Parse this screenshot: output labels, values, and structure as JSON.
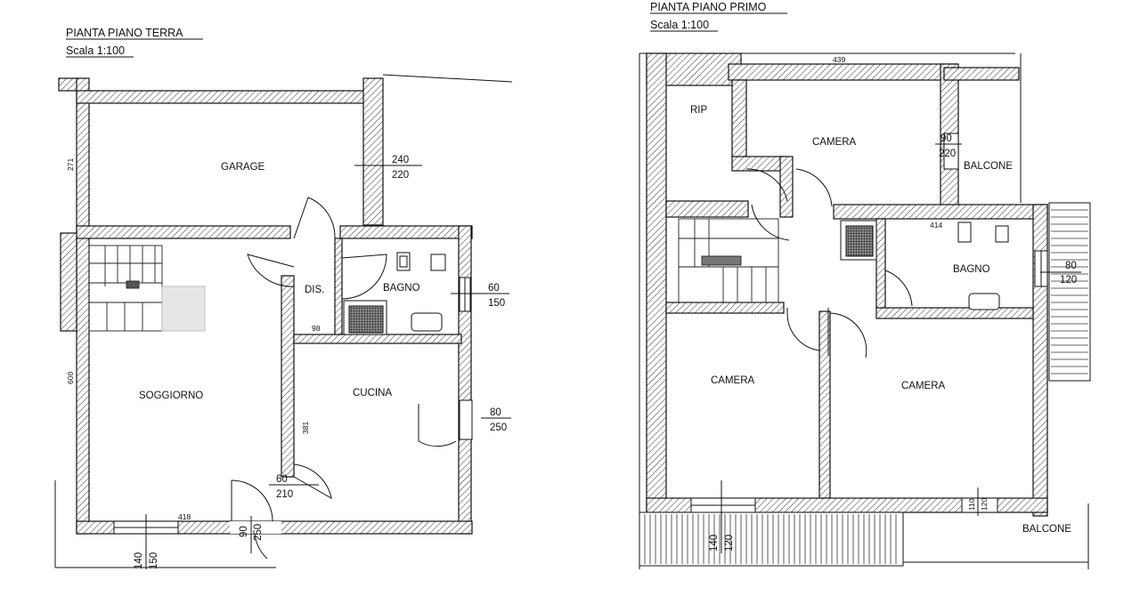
{
  "plans": [
    {
      "title": "PIANTA PIANO TERRA",
      "scale": "Scala 1:100",
      "rooms": {
        "garage": "GARAGE",
        "dis": "DIS.",
        "bagno": "BAGNO",
        "soggiorno": "SOGGIORNO",
        "cucina": "CUCINA"
      },
      "dimensions": {
        "garage_opening": [
          "240",
          "220"
        ],
        "bagno_window": [
          "60",
          "150"
        ],
        "cucina_door": [
          "80",
          "250"
        ],
        "front_door": [
          "60",
          "210"
        ],
        "bottom_door": [
          "90",
          "250"
        ],
        "bottom_window": [
          "140",
          "150"
        ],
        "garage_height": "271",
        "soggiorno_height": "600",
        "cucina_height": "381",
        "bottom_width": "418",
        "dis_width": "98"
      }
    },
    {
      "title": "PIANTA PIANO PRIMO",
      "scale": "Scala 1:100",
      "rooms": {
        "rip": "RIP",
        "camera_top": "CAMERA",
        "balcone_top": "BALCONE",
        "bagno": "BAGNO",
        "camera_left": "CAMERA",
        "camera_right": "CAMERA",
        "balcone_bottom": "BALCONE"
      },
      "dimensions": {
        "top_width": "439",
        "camera_window": [
          "90",
          "220"
        ],
        "bagno_window": [
          "80",
          "120"
        ],
        "bottom_window": [
          "140",
          "120"
        ],
        "bottom_right": [
          "110",
          "120"
        ],
        "bagno_note": "414"
      }
    }
  ]
}
